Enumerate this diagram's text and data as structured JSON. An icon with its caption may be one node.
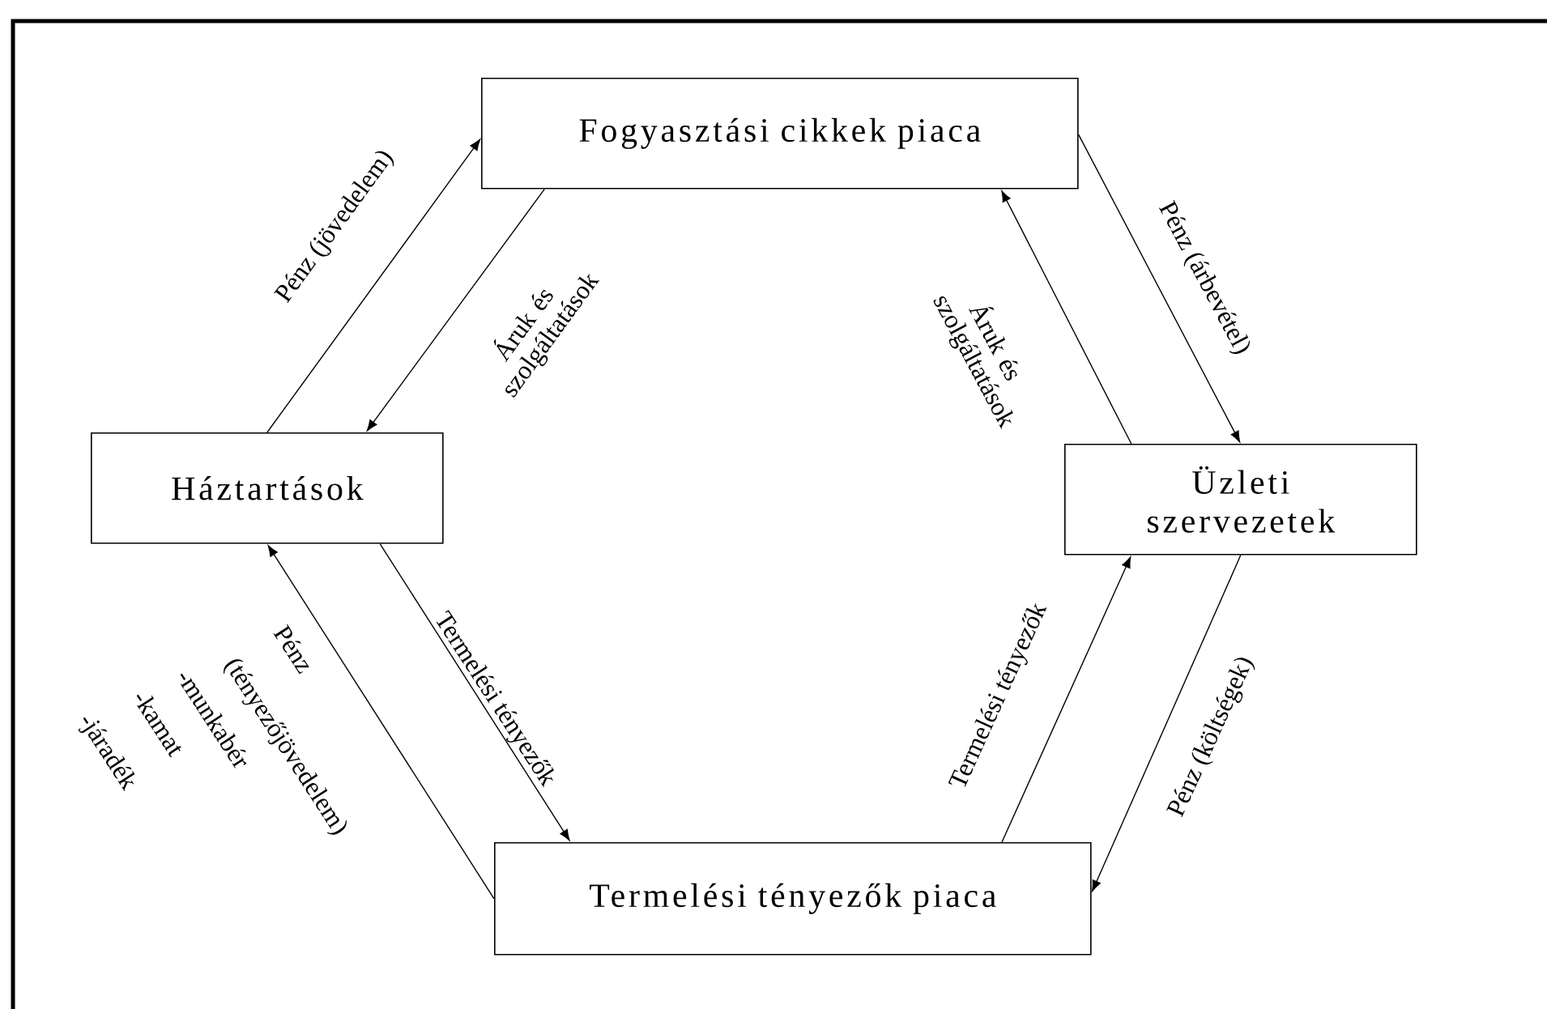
{
  "diagram": {
    "nodes": [
      {
        "text": [
          "Fogyasztási cikkek piaca"
        ]
      },
      {
        "text": [
          "Háztartások"
        ]
      },
      {
        "text": [
          "Üzleti szervezetek"
        ]
      },
      {
        "text": [
          "Termelési tényezők piaca"
        ]
      }
    ],
    "edges": [
      {
        "from": 1,
        "to": 0,
        "arrow": "to",
        "label": "Pénz (jövedelem)"
      },
      {
        "from": 0,
        "to": 1,
        "arrow": "to",
        "label": "Áruk és szolgáltatások"
      },
      {
        "from": 0,
        "to": 2,
        "arrow": "to",
        "label": "Pénz (árbevétel)"
      },
      {
        "from": 2,
        "to": 0,
        "arrow": "to",
        "label": "Áruk és szolgáltatások"
      },
      {
        "from": 1,
        "to": 3,
        "arrow": "to",
        "label": "Termelési tényezők"
      },
      {
        "from": 3,
        "to": 1,
        "arrow": "to",
        "label": "Pénz (tényezőjövedelem)"
      },
      {
        "from": 3,
        "to": 2,
        "arrow": "to",
        "label": "Termelési tényezők"
      },
      {
        "from": 2,
        "to": 3,
        "arrow": "to",
        "label": "Pénz (költségek)"
      }
    ],
    "labels": [
      "-munkabér",
      "-kamat",
      "-járadék"
    ]
  }
}
